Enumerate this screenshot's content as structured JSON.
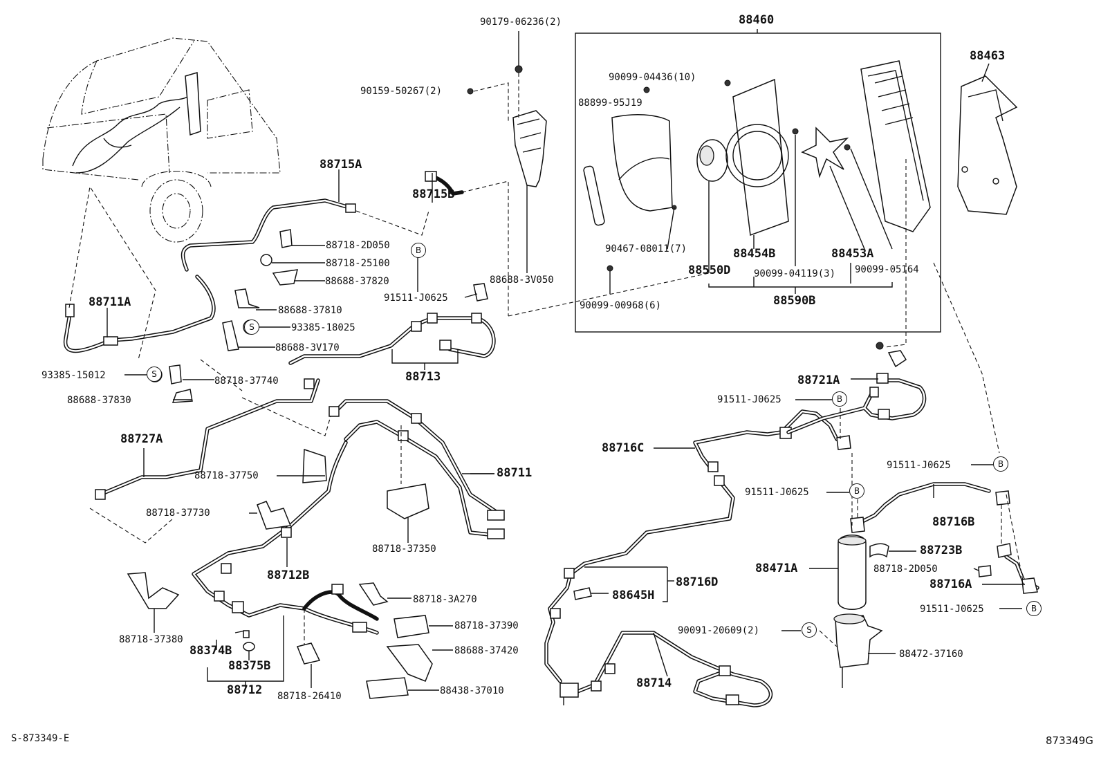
{
  "labels": {
    "p90179_06236": "90179-06236(2)",
    "p88460": "88460",
    "p88463": "88463",
    "p90159_50267": "90159-50267(2)",
    "p90099_04436": "90099-04436(10)",
    "p88899_95J19": "88899-95J19",
    "p88715A": "88715A",
    "p88715B": "88715B",
    "p88718_2D050_a": "88718-2D050",
    "p88718_25100": "88718-25100",
    "p88688_37820": "88688-37820",
    "p91511_J0625_a": "91511-J0625",
    "p88688_3V050": "88688-3V050",
    "p90467_08011": "90467-08011(7)",
    "p88454B": "88454B",
    "p88453A": "88453A",
    "p88550D": "88550D",
    "p90099_04119": "90099-04119(3)",
    "p90099_05164": "90099-05164",
    "p88590B": "88590B",
    "p90099_00968": "90099-00968(6)",
    "p88711A": "88711A",
    "p88688_37810": "88688-37810",
    "p93385_18025": "93385-18025",
    "p88688_3V170": "88688-3V170",
    "p93385_15012": "93385-15012",
    "p88718_37740": "88718-37740",
    "p88713": "88713",
    "p88688_37830": "88688-37830",
    "p88721A": "88721A",
    "p91511_J0625_b": "91511-J0625",
    "p88727A": "88727A",
    "p88716C": "88716C",
    "p88718_37750": "88718-37750",
    "p88711": "88711",
    "p91511_J0625_c": "91511-J0625",
    "p91511_J0625_d": "91511-J0625",
    "p88716B": "88716B",
    "p88718_37730": "88718-37730",
    "p88718_37350": "88718-37350",
    "p88712B": "88712B",
    "p88723B": "88723B",
    "p88471A": "88471A",
    "p88718_2D050_b": "88718-2D050",
    "p88716D": "88716D",
    "p88716A": "88716A",
    "p88645H": "88645H",
    "p88718_3A270": "88718-3A270",
    "p91511_J0625_e": "91511-J0625",
    "p88718_37380": "88718-37380",
    "p88718_37390": "88718-37390",
    "p90091_20609": "90091-20609(2)",
    "p88374B": "88374B",
    "p88688_37420": "88688-37420",
    "p88472_37160": "88472-37160",
    "p88375B": "88375B",
    "p88714": "88714",
    "p88712": "88712",
    "p88718_26410": "88718-26410",
    "p88438_37010": "88438-37010"
  },
  "markers": {
    "S": "S",
    "B": "B"
  },
  "footer": {
    "left_code": "S-873349-E",
    "right_code": "873349G"
  }
}
